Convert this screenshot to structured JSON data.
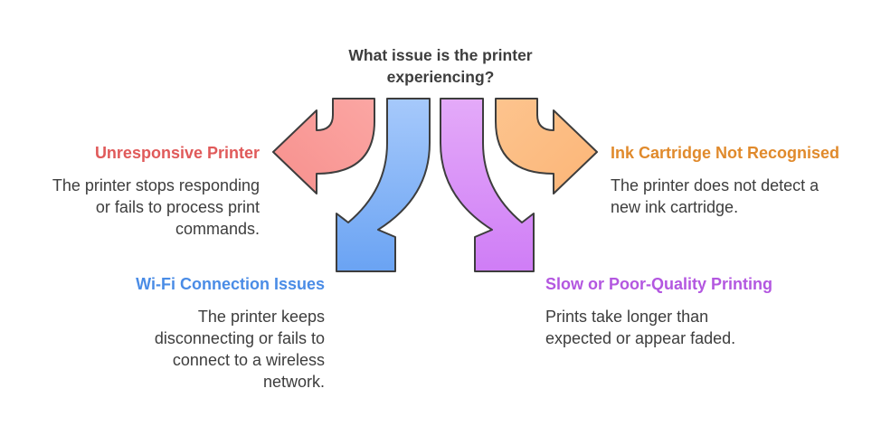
{
  "question": {
    "line1": "What issue is the printer",
    "line2": "experiencing?"
  },
  "options": [
    {
      "title": "Unresponsive Printer",
      "color": "#e05a5a",
      "arrow_color": "#f9a3a0",
      "description": [
        "The printer stops responding",
        "or fails to process print",
        "commands."
      ]
    },
    {
      "title": "Wi-Fi Connection Issues",
      "color": "#4a8ce6",
      "arrow_color": "#7cb0f5",
      "description": [
        "The printer keeps",
        "disconnecting or fails to",
        "connect to a wireless",
        "network."
      ]
    },
    {
      "title": "Slow or Poor-Quality Printing",
      "color": "#b357e0",
      "arrow_color": "#d58ef7",
      "description": [
        "Prints take longer than",
        "expected or appear faded."
      ]
    },
    {
      "title": "Ink Cartridge Not Recognised",
      "color": "#e08a2c",
      "arrow_color": "#fbbf83",
      "description": [
        "The printer does not detect a",
        "new ink cartridge."
      ]
    }
  ]
}
